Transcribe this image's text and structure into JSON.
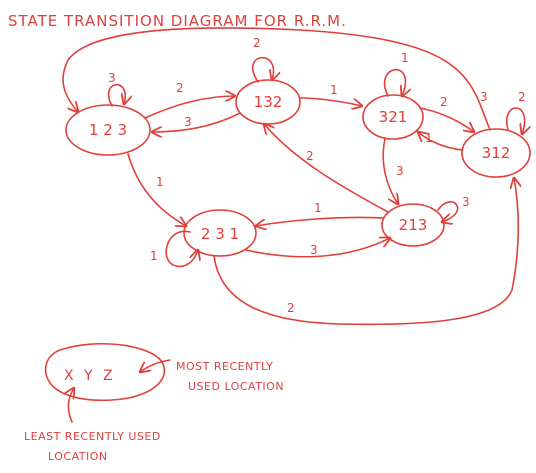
{
  "title": "STATE TRANSITION DIAGRAM FOR R.R.M.",
  "accent_color": "#e0403c",
  "states": [
    {
      "id": "123",
      "label": "1 2 3"
    },
    {
      "id": "132",
      "label": "132"
    },
    {
      "id": "321",
      "label": "321"
    },
    {
      "id": "312",
      "label": "312"
    },
    {
      "id": "213",
      "label": "213"
    },
    {
      "id": "231",
      "label": "2 3 1"
    }
  ],
  "edges": [
    {
      "from": "123",
      "to": "123",
      "label": "3"
    },
    {
      "from": "123",
      "to": "132",
      "label": "2"
    },
    {
      "from": "132",
      "to": "123",
      "label": "3"
    },
    {
      "from": "132",
      "to": "132",
      "label": "2"
    },
    {
      "from": "132",
      "to": "321",
      "label": "1"
    },
    {
      "from": "321",
      "to": "321",
      "label": "1"
    },
    {
      "from": "321",
      "to": "312",
      "label": "2"
    },
    {
      "from": "312",
      "to": "321",
      "label": "1"
    },
    {
      "from": "312",
      "to": "312",
      "label": "2"
    },
    {
      "from": "312",
      "to": "123",
      "label": "3"
    },
    {
      "from": "321",
      "to": "213",
      "label": "3"
    },
    {
      "from": "213",
      "to": "213",
      "label": "3"
    },
    {
      "from": "213",
      "to": "132",
      "label": "2"
    },
    {
      "from": "213",
      "to": "231",
      "label": "1"
    },
    {
      "from": "123",
      "to": "231",
      "label": "1"
    },
    {
      "from": "231",
      "to": "213",
      "label": "3"
    },
    {
      "from": "231",
      "to": "231",
      "label": "1"
    },
    {
      "from": "231",
      "to": "312",
      "label": "2"
    }
  ],
  "legend": {
    "state_label": "X Y Z",
    "most_recent": [
      "MOST RECENTLY",
      "USED LOCATION"
    ],
    "least_recent": [
      "LEAST RECENTLY USED",
      "LOCATION"
    ]
  }
}
